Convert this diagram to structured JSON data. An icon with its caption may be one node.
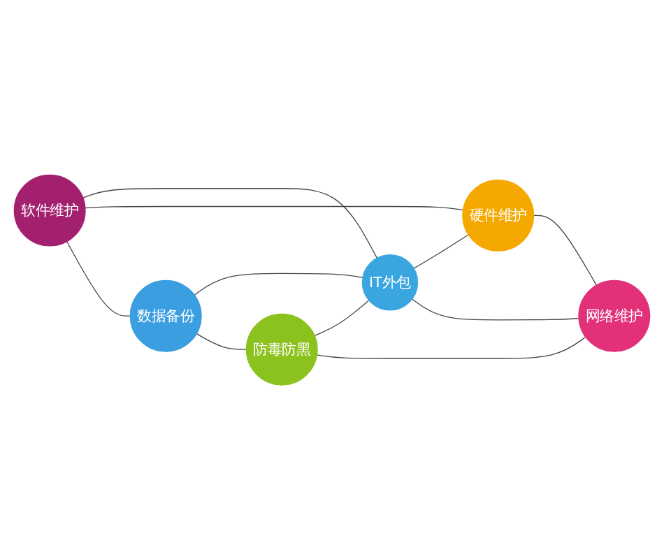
{
  "diagram": {
    "nodes": [
      {
        "text": [
          "软件维护"
        ]
      },
      {
        "text": [
          "硬件维护"
        ]
      },
      {
        "text": [
          "IT外包"
        ]
      },
      {
        "text": [
          "数据备份"
        ]
      },
      {
        "text": [
          "防毒防黑"
        ]
      },
      {
        "text": [
          "网络维护"
        ]
      }
    ],
    "edges": [
      {
        "from": 0,
        "to": 2,
        "arrow": "none"
      },
      {
        "from": 0,
        "to": 1,
        "arrow": "none"
      },
      {
        "from": 0,
        "to": 3,
        "arrow": "none"
      },
      {
        "from": 3,
        "to": 2,
        "arrow": "none"
      },
      {
        "from": 3,
        "to": 4,
        "arrow": "none"
      },
      {
        "from": 4,
        "to": 2,
        "arrow": "none"
      },
      {
        "from": 4,
        "to": 5,
        "arrow": "none"
      },
      {
        "from": 2,
        "to": 1,
        "arrow": "none"
      },
      {
        "from": 2,
        "to": 5,
        "arrow": "none"
      },
      {
        "from": 1,
        "to": 5,
        "arrow": "none"
      }
    ]
  }
}
